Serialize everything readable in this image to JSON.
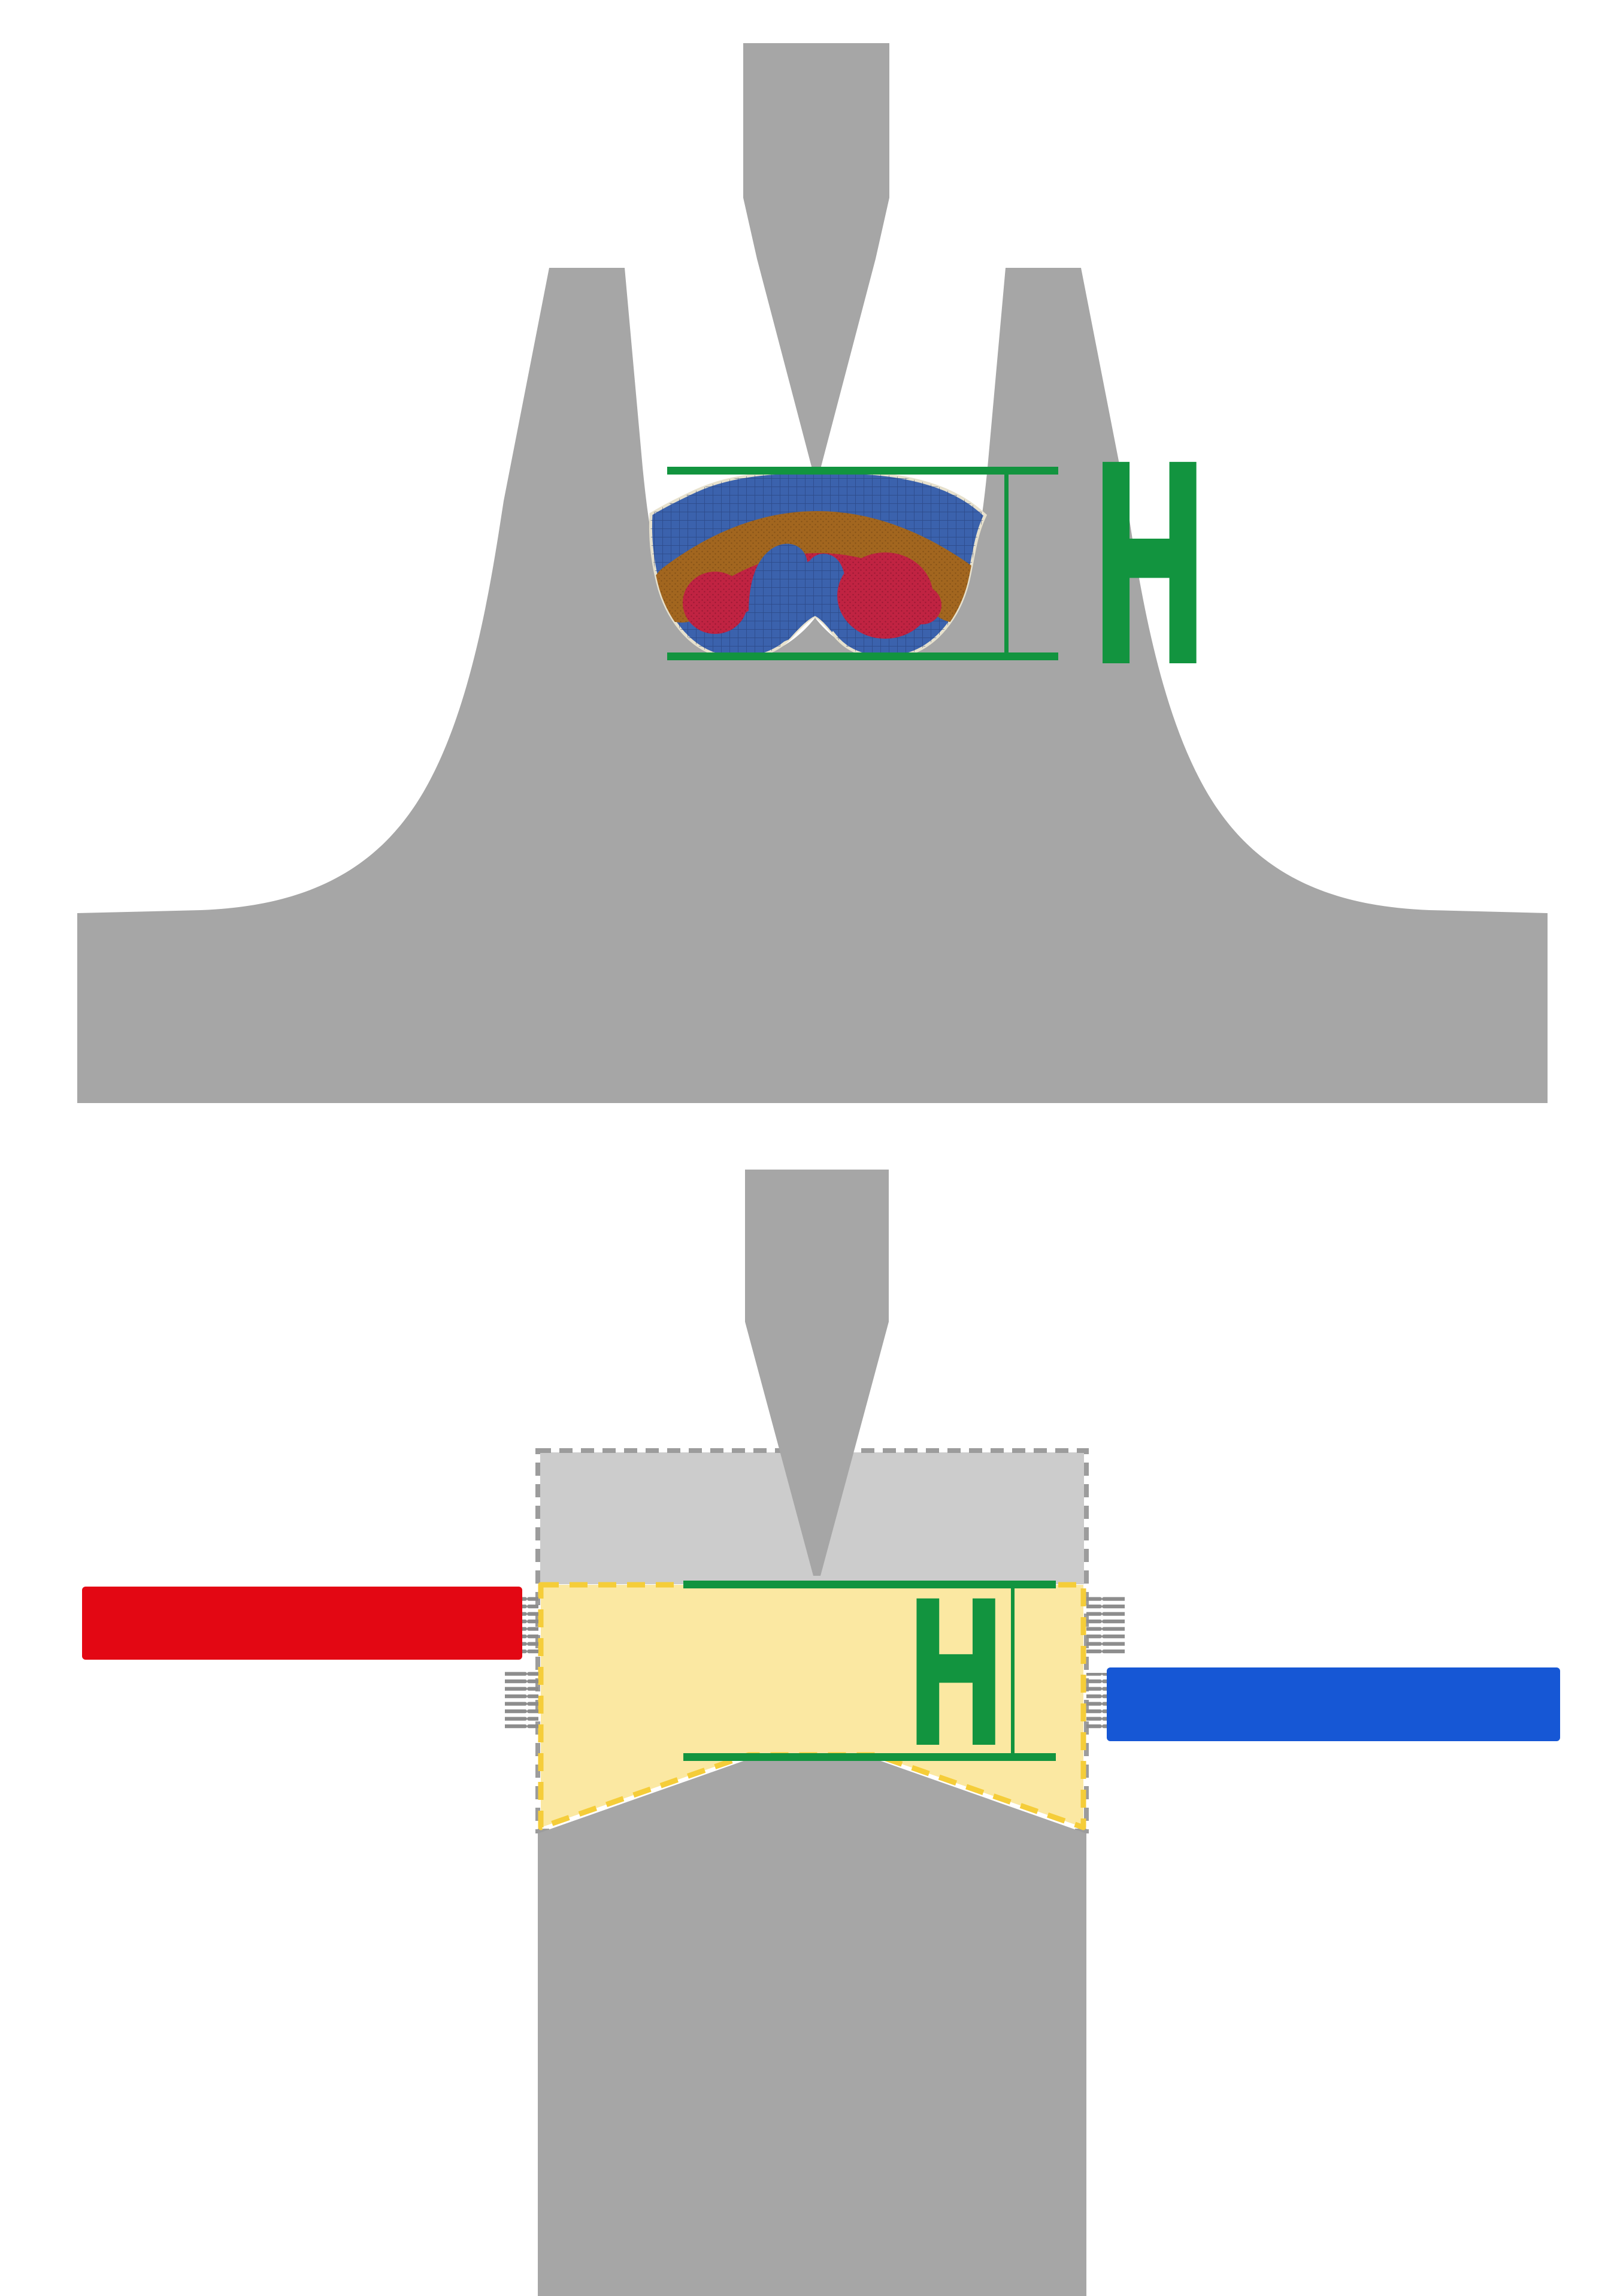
{
  "figure": {
    "type": "two-panel process schematic",
    "panels": {
      "top": {
        "dimension_label": "H"
      },
      "bottom": {
        "dimension_label": "H"
      }
    }
  },
  "colors": {
    "background": "#ffffff",
    "die_gray": "#a6a6a6",
    "light_gray": "#cccccc",
    "dash_gray": "#9c9c9c",
    "stripe_gray": "#8d8d8d",
    "green": "#12943f",
    "red": "#e30713",
    "blue": "#1657d5",
    "yellow": "#fbe8a2",
    "yellow_dash": "#f5cd39",
    "mesh_blue": "#3b62ad",
    "mesh_grid": "#22386e",
    "mesh_brown": "#a2661f",
    "mesh_brown_speck": "#6e4312",
    "mesh_red": "#c02342",
    "mesh_red_speck": "#7c1129",
    "mesh_outline": "#e7e1cd"
  }
}
